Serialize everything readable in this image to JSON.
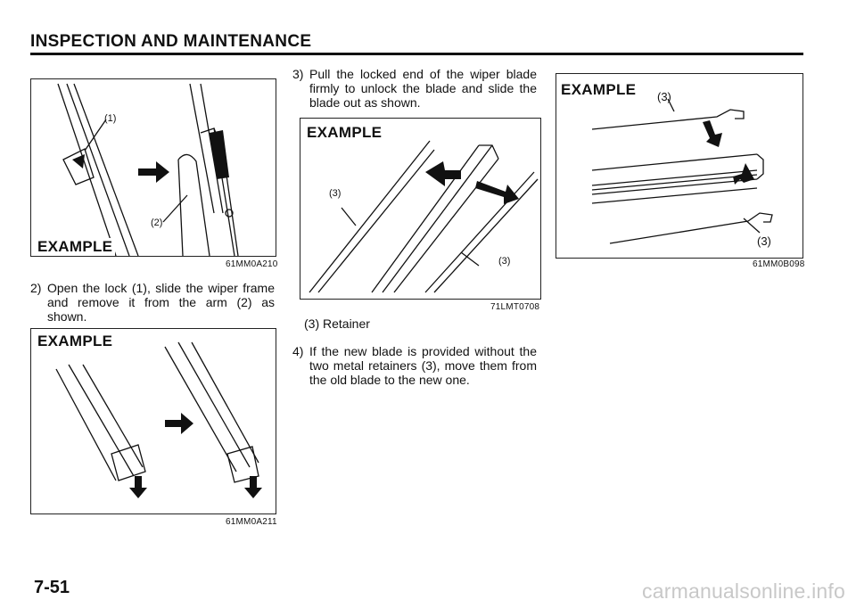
{
  "header": {
    "title": "INSPECTION AND MAINTENANCE"
  },
  "figures": {
    "fig1": {
      "label": "EXAMPLE",
      "callouts": [
        "(1)",
        "(2)"
      ],
      "code": "61MM0A210"
    },
    "fig2": {
      "label": "EXAMPLE",
      "code": "61MM0A211"
    },
    "fig3": {
      "label": "EXAMPLE",
      "callouts": [
        "(3)",
        "(3)"
      ],
      "code": "71LMT0708"
    },
    "fig4": {
      "label": "EXAMPLE",
      "callouts": [
        "(3)",
        "(3)"
      ],
      "code": "61MM0B098"
    }
  },
  "steps": [
    {
      "num": "2)",
      "text": "Open the lock (1), slide the wiper frame and remove it from the arm (2) as shown."
    },
    {
      "num": "3)",
      "text": "Pull the locked end of the wiper blade firmly to unlock the blade and slide the blade out as shown."
    },
    {
      "num": "4)",
      "text": "If the new blade is provided without the two metal retainers (3), move them from the old blade to the new one."
    }
  ],
  "caption": "(3) Retainer",
  "page_number": "7-51",
  "watermark": "carmanualsonline.info"
}
